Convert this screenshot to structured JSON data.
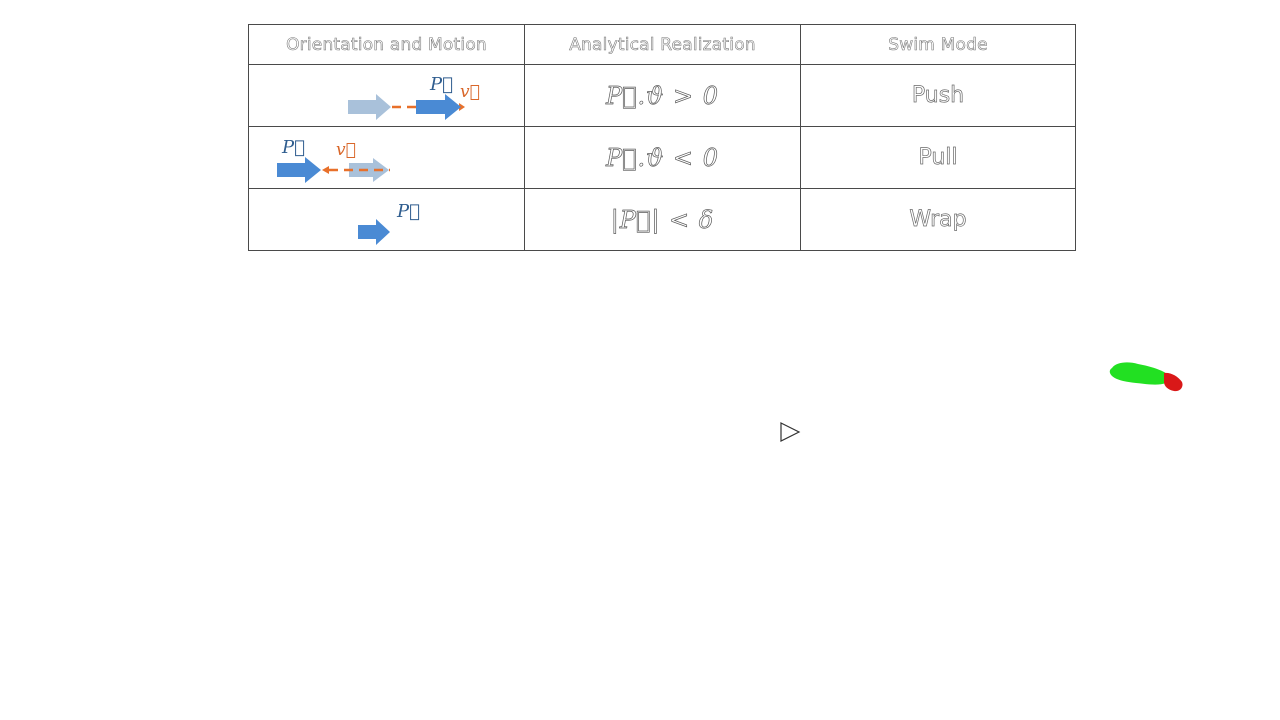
{
  "table": {
    "headers": {
      "orientation": "Orientation and Motion",
      "analytical": "Analytical Realization",
      "swim_mode": "Swim Mode"
    },
    "rows": [
      {
        "p_symbol": "P⃗",
        "v_symbol": "v⃗",
        "formula": "P⃗.ϑ > 0",
        "mode": "Push"
      },
      {
        "p_symbol": "P⃗",
        "v_symbol": "v⃗",
        "formula": "P⃗.ϑ < 0",
        "mode": "Pull"
      },
      {
        "p_symbol": "P⃗",
        "formula": "|P⃗| < δ",
        "mode": "Wrap"
      }
    ]
  },
  "colors": {
    "p_arrow": "#4a8ad4",
    "p_arrow_faded": "#a9c1da",
    "v_arrow": "#e8702a",
    "p_label": "#2f5d8f",
    "v_label": "#d9672a",
    "blob_green": "#22e022",
    "blob_red": "#d91818"
  },
  "icons": {
    "play": "play-triangle-icon",
    "blob": "swimmer-blob-icon"
  }
}
